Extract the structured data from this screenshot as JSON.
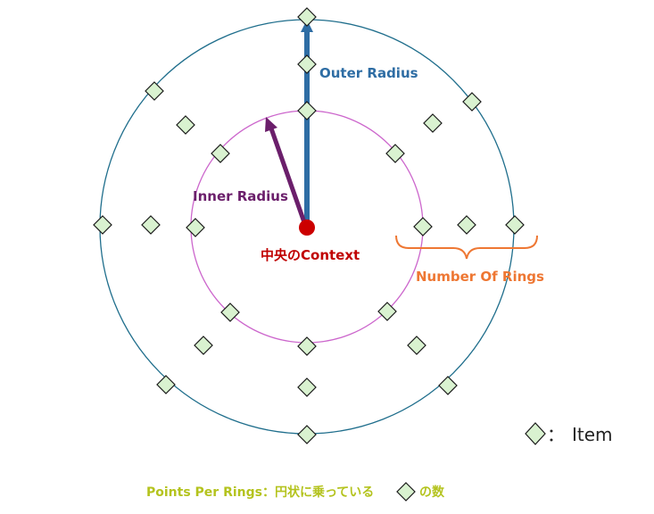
{
  "labels": {
    "outer_radius": "Outer Radius",
    "inner_radius": "Inner Radius",
    "center": "中央のContext",
    "number_of_rings": "Number Of Rings"
  },
  "legend": {
    "text": "Item",
    "separator": "："
  },
  "footer": {
    "prefix": "Points Per Rings：円状に乗っている",
    "suffix": "の数"
  },
  "colors": {
    "outer_ring": "#1f6e8c",
    "inner_ring": "#cc66cc",
    "outer_arrow": "#2e6da4",
    "inner_arrow": "#6b1f6b",
    "center_dot": "#cc0000",
    "center_text": "#c00000",
    "rings_brace": "#ee7733",
    "item_fill": "#d9f2d0",
    "item_stroke": "#1a1a1a",
    "footer_text": "#b4c31e"
  },
  "icons": {
    "item": "diamond-icon"
  }
}
